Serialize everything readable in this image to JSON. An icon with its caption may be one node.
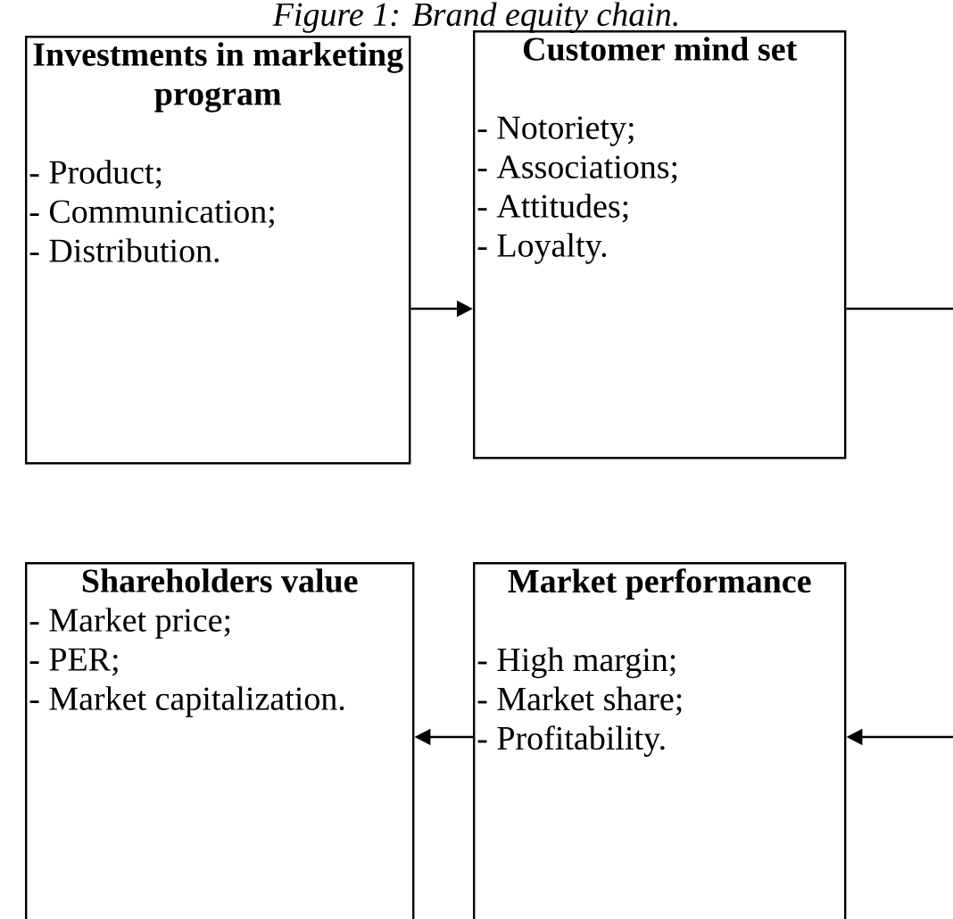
{
  "diagram": {
    "title": "Figure 1: Brand equity chain.",
    "nodes": [
      {
        "text": [
          "Investments in marketing program",
          "- Product;",
          "- Communication;",
          "- Distribution."
        ]
      },
      {
        "text": [
          "Customer mind set",
          "- Notoriety;",
          "- Associations;",
          "- Attitudes;",
          "- Loyalty."
        ]
      },
      {
        "text": [
          "Shareholders value",
          "- Market price;",
          "- PER;",
          "- Market capitalization."
        ]
      },
      {
        "text": [
          "Market performance",
          "- High margin;",
          "- Market share;",
          "- Profitability."
        ]
      }
    ],
    "edges": [
      {
        "from": 0,
        "to": 1,
        "arrow": "to"
      },
      {
        "from": 1,
        "to": 3,
        "arrow": "to"
      },
      {
        "from": 3,
        "to": 2,
        "arrow": "to"
      }
    ]
  }
}
